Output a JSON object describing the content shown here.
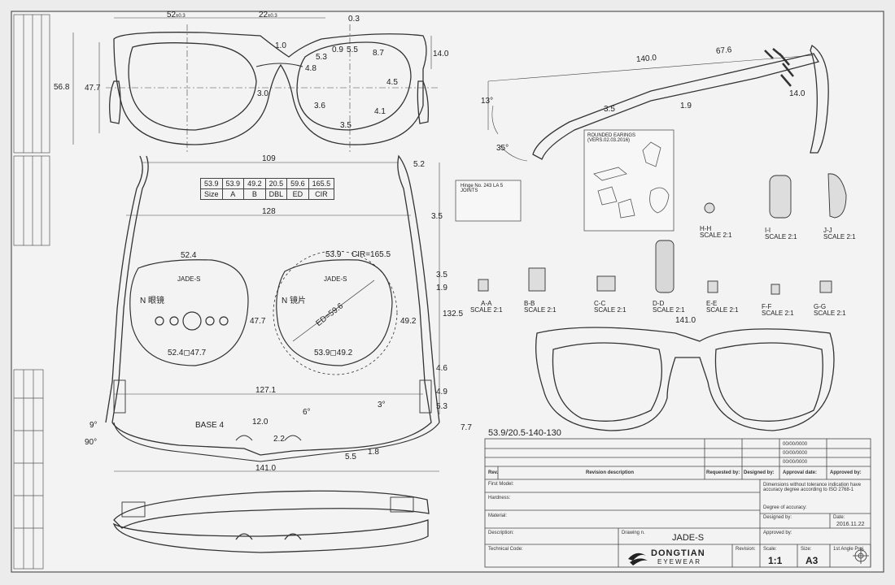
{
  "model_label": "53.9/20.5-140-130",
  "size_table": {
    "values": [
      "53.9",
      "53.9",
      "49.2",
      "20.5",
      "59.6",
      "165.5"
    ],
    "headers": [
      "Size",
      "A",
      "B",
      "DBL",
      "ED",
      "CIR"
    ]
  },
  "front_view": {
    "dims": {
      "d52": "52",
      "d22": "22",
      "d03": "0.3",
      "d14": "14.0",
      "d568": "56.8",
      "d477": "47.7",
      "d10": "1.0",
      "d53": "5.3",
      "d09": "0.9",
      "d55": "5.5",
      "d87": "8.7",
      "d48": "4.8",
      "d45": "4.5",
      "d30": "3.0",
      "d36": "3.6",
      "d41": "4.1",
      "d35": "3.5"
    },
    "tol_a": "±0.3",
    "tol_b": "±0.3"
  },
  "top_view": {
    "dims": {
      "d109": "109",
      "d128": "128",
      "d52": "5.2",
      "d35": "3.5",
      "d1325": "132.5",
      "d19": "1.9",
      "d46": "4.6",
      "d49": "4.9",
      "d53b": "5.3",
      "d77": "7.7",
      "d1271": "127.1",
      "d1410": "141.0",
      "d120": "12.0",
      "d22": "2.2",
      "d18": "1.8",
      "d55": "5.5",
      "d35c": "3.5",
      "a9": "9°",
      "a90": "90°",
      "a6": "6°",
      "a3": "3°"
    },
    "base_label": "BASE 4"
  },
  "demo_lens": {
    "dim_w": "52.4",
    "dim_h": "47.7",
    "label": "JADE-S",
    "n_text": "N  眼镜",
    "size_text": "52.4◻47.7"
  },
  "lens": {
    "dim_w": "53.9",
    "cir": "CIR=165.5",
    "label": "JADE-S",
    "n_text": "N  镜片",
    "ed": "ED=59.6",
    "dim_h": "49.2",
    "size_text": "53.9◻49.2"
  },
  "side_view": {
    "d1400": "140.0",
    "d676": "67.6",
    "a13": "13°",
    "a35": "35°",
    "d35": "3.5",
    "d19": "1.9",
    "d140": "14.0"
  },
  "notes": {
    "hinge_note": "Hinge No. 243 LA 5 JOINTS",
    "ear_note": "ROUNDED EARINGS (VERS.02.03.2016)"
  },
  "sections": [
    {
      "name": "A-A",
      "scale": "SCALE 2:1"
    },
    {
      "name": "B-B",
      "scale": "SCALE 2:1"
    },
    {
      "name": "C-C",
      "scale": "SCALE 2:1"
    },
    {
      "name": "D-D",
      "scale": "SCALE 2:1"
    },
    {
      "name": "E-E",
      "scale": "SCALE 2:1"
    },
    {
      "name": "F-F",
      "scale": "SCALE 2:1"
    },
    {
      "name": "G-G",
      "scale": "SCALE 2:1"
    },
    {
      "name": "H-H",
      "scale": "SCALE 2:1"
    },
    {
      "name": "I-I",
      "scale": "SCALE 2:1"
    },
    {
      "name": "J-J",
      "scale": "SCALE 2:1"
    }
  ],
  "perspective_dim": "141.0",
  "title_block": {
    "rev": "Rev.",
    "revision_description": "Revision description",
    "requested_by": "Requested by:",
    "designed_by": "Designed by:",
    "approval_date": "Approval date:",
    "approved_by": "Approved by:",
    "dates": [
      "00/00/0000",
      "00/00/0000",
      "00/00/0000"
    ],
    "first_model": "First Model:",
    "hardness": "Hardness:",
    "material": "Material:",
    "description": "Description:",
    "drawing_no": "Drawing n.",
    "drawing_name": "JADE-S",
    "technical_code": "Technical Code:",
    "revision": "Revision:",
    "scale_label": "Scale:",
    "scale": "1:1",
    "size_label": "Size:",
    "size": "A3",
    "projection": "1st Angle Proj.",
    "degree_accuracy": "Degree of accuracy:",
    "designed_by2": "Designed by:",
    "approved_by2": "Approved by:",
    "date_label": "Date:",
    "date": "2016.11.22",
    "note": "Dimensions without tolerance indication have accuracy degree according to ISO 2768-1",
    "company": "DONGTIAN",
    "company_sub": "EYEWEAR"
  }
}
